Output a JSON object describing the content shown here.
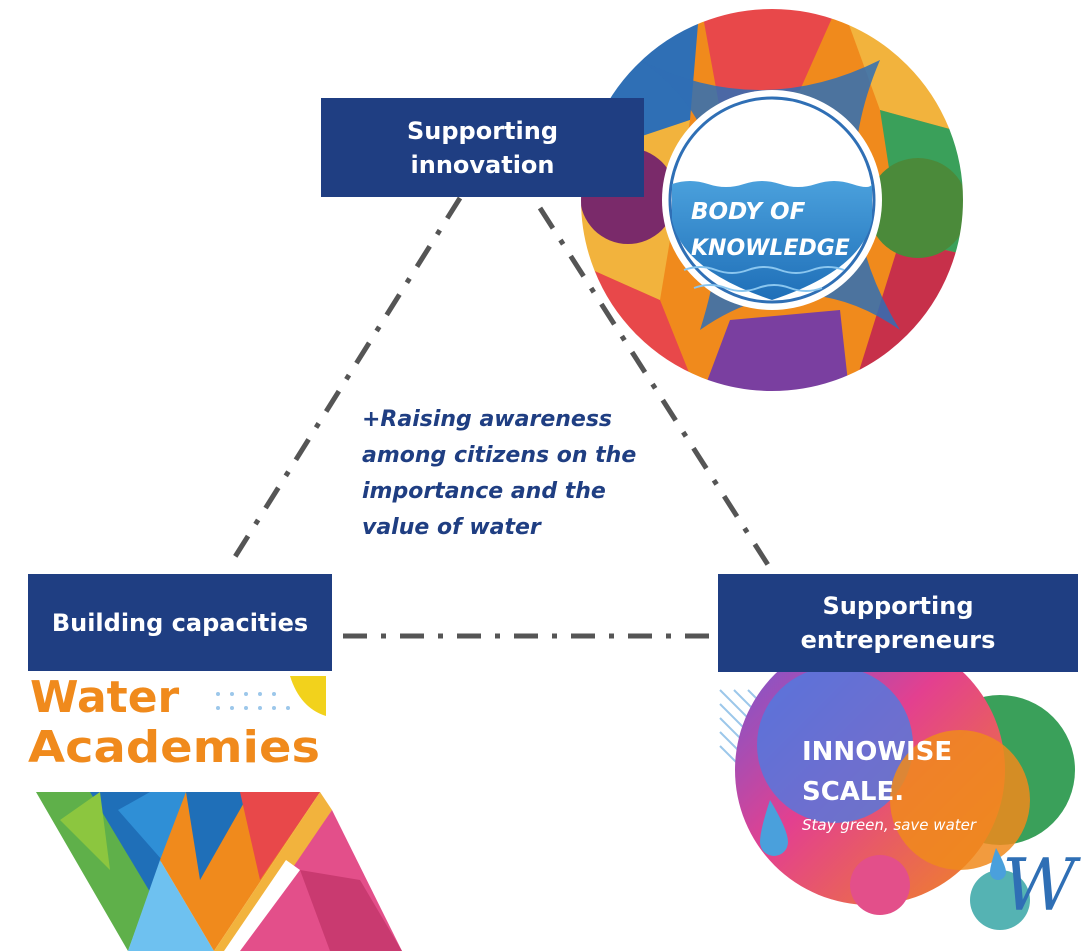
{
  "nodes": {
    "innovation": {
      "line1": "Supporting",
      "line2": "innovation"
    },
    "capacities": {
      "label": "Building capacities"
    },
    "entrepreneurs": {
      "line1": "Supporting",
      "line2": "entrepreneurs"
    }
  },
  "center_text": {
    "line1": "+Raising awareness",
    "line2": "among citizens on the",
    "line3": "importance and the",
    "line4": "value of water"
  },
  "logos": {
    "body_of_knowledge": {
      "line1": "BODY OF",
      "line2": "KNOWLEDGE"
    },
    "water_academies": {
      "line1": "Water",
      "line2": "Academies"
    },
    "innowise": {
      "line1": "INNOWISE",
      "line2": "SCALE.",
      "tagline": "Stay green, save water",
      "mark": "W"
    }
  },
  "colors": {
    "box_fill": "#1f3e82",
    "connector": "#555555",
    "academies_orange": "#f08a1c",
    "knowledge_blue": "#2f6fb5"
  }
}
